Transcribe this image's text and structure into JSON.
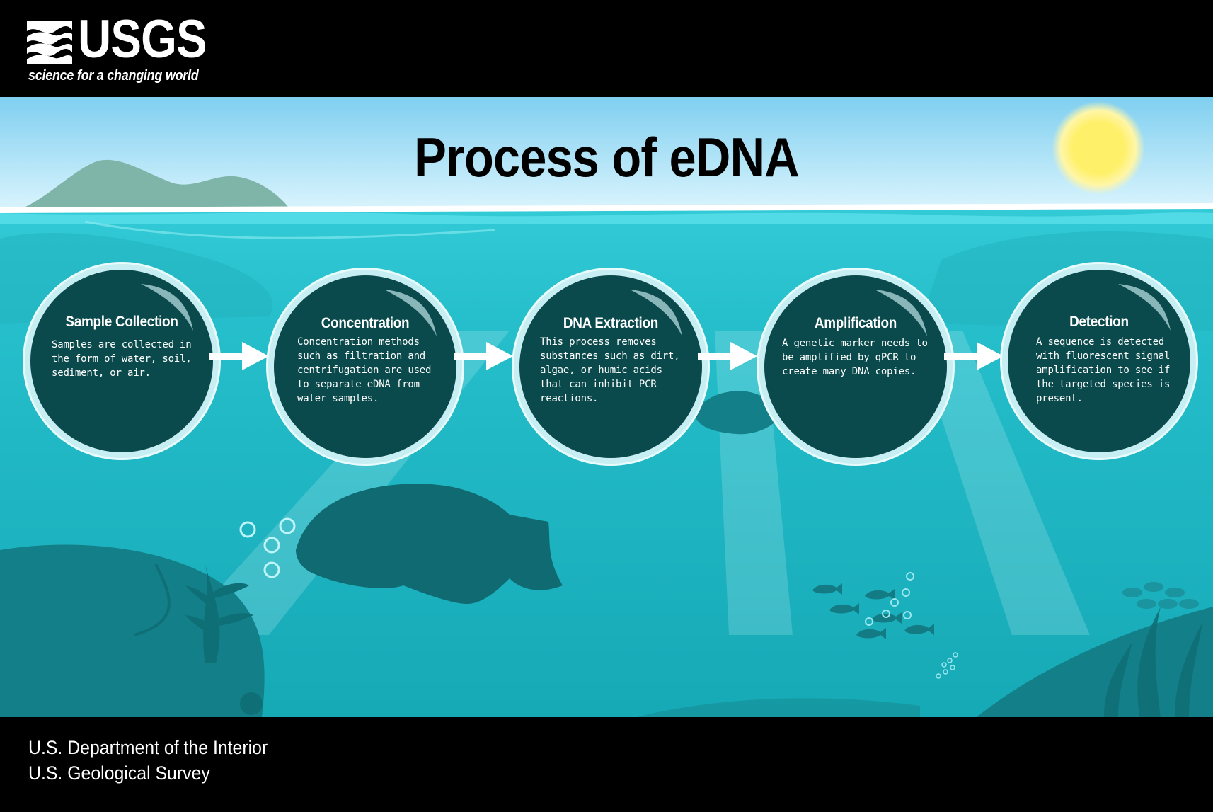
{
  "header": {
    "logo_wordmark": "USGS",
    "logo_tagline": "science for a changing world"
  },
  "title": "Process of eDNA",
  "steps": [
    {
      "title": "Sample Collection",
      "text": "Samples are collected in the form of water, soil, sediment, or air."
    },
    {
      "title": "Concentration",
      "text": "Concentration methods such as filtration and centrifugation are used to separate eDNA from water samples."
    },
    {
      "title": "DNA Extraction",
      "text": "This process removes substances such as dirt, algae, or humic acids that can inhibit PCR reactions."
    },
    {
      "title": "Amplification",
      "text": "A genetic marker needs to be amplified by qPCR to create many DNA copies."
    },
    {
      "title": "Detection",
      "text": "A sequence is detected with fluorescent signal amplification to see if the targeted species is present."
    }
  ],
  "footer": {
    "line1": "U.S. Department of the Interior",
    "line2": "U.S. Geological Survey"
  },
  "colors": {
    "header_bg": "#000000",
    "sky_top": "#8fd7ee",
    "water": "#2cc6d0",
    "circle_fill": "#0b4a4c",
    "circle_ring": "#c7eef2",
    "sun": "#ffec5a"
  },
  "icons": [
    "usgs-logo-icon",
    "sun-icon",
    "island-icon",
    "fish-icon",
    "bubble-icon",
    "seaweed-icon",
    "arrow-right-icon"
  ]
}
